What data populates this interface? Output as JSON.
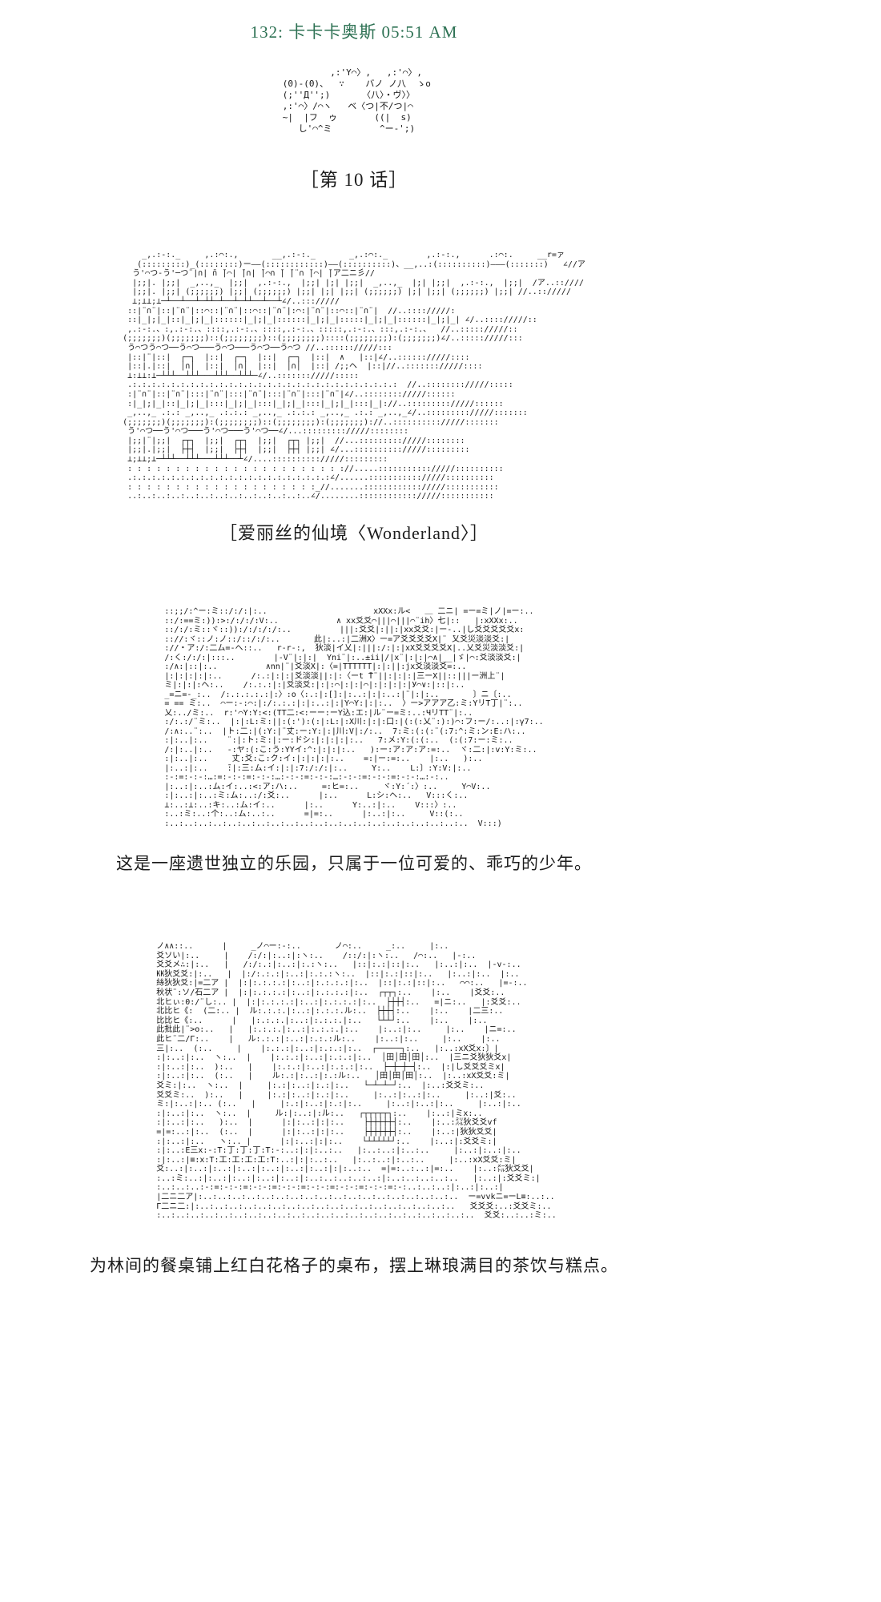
{
  "page": {
    "background": "#ffffff",
    "text_color": "#1c1c1c",
    "header_color": "#2d7153"
  },
  "post": {
    "header": "132: 卡卡卡奥斯 05:51 AM",
    "chapter_title": "［第 10 话］",
    "wonderland_caption": "［爱丽丝的仙境〈Wonderland〉］",
    "narration_1": "这是一座遗世独立的乐园，只属于一位可爱的、乖巧的少年。",
    "narration_2": "为林间的餐桌铺上红白花格子的桌布，摆上琳琅满目的茶饮与糕点。"
  },
  "ascii_art": {
    "avatar": [
      "          ,:'Y⌒〉,   ,:'⌒〉,",
      " (0)-(0)、  ∵    バノ ノ八  ゝo",
      " (;''Д'';)      〈八〉・ヴ〉〉",
      " ,:'⌒〉/⌒ヽ   ベ〈つ|不/つ|⌒",
      " ~|  |フ  ゥ       ((|  s)",
      "    し'⌒^ミ         ^ー-';)"
    ],
    "wonderland": [
      "    _,.:‐:._     ,.:⌒:.,       __,.:‐:._       _,.:⌒:._        ,.:‐:.,      .:⌒:.     __r=ァ",
      "   (:::::::::)_(::::::::)ー――(::::::::::::)――(::::::::::)、__,..:(::::::::::)―――(:::::::)   ∠//ア",
      "  う'⌒つ‐う'─つ¨|∩| ̄∩ ̄|⌒| ̄|∩| ̄|⌒∩ ̄| ̄|¨∩ ̄|⌒| ̄|ア二ニ彡//",
      "  |;;|. |;;|  _,..,_  |;;|  ,.:‐:.,  |;;| |;| |;;|  _,..,_  |;| |;;|  ,.:‐:.,  |;;|  /ア..::////",
      "  |;;|. |;;| (;;;;;;) |;;| (;;;;;;) |;;| |;| |;;| (;;;;;;) |;| |;;| (;;;;;;) |;;| //..:://///",
      "  ⊥;⊥⊥;⊥─┴──┴──┴─┴┴─┴──┴─┴┴──┴──┴∠/..::://///",
      " ::|¨∩¨|::|¨∩¨|::⌒::|¨∩¨|::⌒::|¨∩¨|:⌒:|¨∩¨|::⌒::|¨∩¨|  //..:::://///:",
      " ::|_|;|_|::|_|;|_|::::::|_|;|_|::::::|_|;|_|:::::|_|;|_|::::::|_|;|_| ∠/..:::://///::",
      " ,.:‐:.、:,.:‐:.、::::,.:‐:.、::::,.:‐:.、:::::,.:‐:.、:::,.:‐:.、  //..::::://///::",
      "(;;;;;;;)(;;;;;;;)::(;;;;;;;;)::(;;;;;;;;)::::(;;;;;;;;):(;;;;;;;)∠/..::::://///:::",
      " う⌒つう⌒つ──う⌒つ───う⌒つ───う⌒つ──う⌒つ //..:::::://///:::",
      " |::|¨|::|  ┌─┐  |::|  ┌─┐  |::|  ┌─┐  |::|  ∧   |::|∠/..:::::://///::::",
      " |::|.|::|  │∩│  |::|  │∩│  |::|  │∩│  |::| /;;ヘ  |::|//..::::::://///::::",
      " ⊥:⊥⊥:⊥─┴┴┴──┴┴┴───┴┴┴──┴┴┴─∠/..::::::://///:::::",
      " .:.:.:.:.:.:.:.:.:.:.:.:.:.:.:.:.:.:.:.:.:.:.:.:.:.:.:.:  //..:::::::://///:::::",
      " :|¨∩¨|::|¨∩¨|:::|¨∩¨|:::|¨∩¨|:::|¨∩¨|:::|¨∩¨|∠/..:::::::://///::::::",
      " :|_|;|_|::|_|;|_|:::|_|;|_|:::|_|;|_|:::|_|;|_|:::|_|://..::::::::://///::::::",
      " _,..,_ .:.: _,..,_ .:.:.: _,..,_ .:.:.: _,..,_ .:.: _,..,_∠/..::::::::://///:::::::",
      "(;;;;;;;)(;;;;;;;):(;;;;;;;;)::(;;;;;;;;):(;;;;;;;)://..:::::::::://///:::::::",
      " う'⌒つ──う'⌒つ───う'⌒つ───う'⌒つ──∠/...::::::::://///::::::::",
      " |;;|¨|;;|  ┌┬┐  |;;|  ┌┬┐  |;;|  ┌┬┐ |;;|  //...::::::::://///::::::::",
      " |;;|.|;;|  ├┼┤  |;;|  ├┼┤  |;;|  ├┼┤ |;;| ∠/...:::::::::://///:::::::::",
      " ⊥;⊥⊥;⊥─┴┴┴──┴┴┴───┴┴┴──┴∠/....:::::::::://///:::::::::",
      " : : : : : : : : : : : : : : : : : : : : : : ://.....::::::::::://///::::::::::",
      " .:.:.:.:.:.:.:.:.:.:.:.:.:.:.:.:.:.:.:.:.:∠/......::::::::::://///::::::::::",
      " : : : : : : : : : : : : : : : : : : : :_//.......:::::::::::://///:::::::::::",
      " ..:..:..:..:..:..:..:..:..:..:..:..:..∠/........:::::::::::://///:::::::::::"
    ],
    "paradise": [
      "::;;/:^ー:ミ::/:/:|:..                      xXXx:ル<   ＿ 二ニ| =ー=ミ|ノ|=ー:..",
      "::/:==ミ:)):>:/:/:/:V:..            ∧ xx爻爻⌒|||⌒|||⌒¨ih〉七|::   |:xXXx:..",
      "::/:/:ミ::ヾ::)):/:/:/:/:..          |||:爻爻|:||:|xx爻爻:|ー-..|し爻爻爻爻爻x:",
      ":://:ヾ::ノ:ノ::/::/:/:..       此|:..:|二洲X〉ー=ア爻爻爻爻X|¨ ̄乂爻災淡淡爻:|",
      "://・ア:/:二ム=-ヘ::..   r‐r‐:,  狄淡|イ乂|:|||:/:|:|xX爻爻爻爻X|..乂爻災淡淡爻:|",
      "/:く:/:/:|:::..        |‐V¨|:|:|  Yni¨|:..±ii|/|x¨|:|:|⌒∧|__|ゞ|⌒:爻淡淡爻:|",
      ":/∧:|::|:..          ∧nn|¨|爻淡X|:〈=|TTTTTT|:|:||:jx爻淡淡爻=:..",
      "|:|:|:|:|:..      /:.:|:|:|爻淡淡||:|:〈ーt ̄T¨||:|:|:|三ーX||::|||ー洲上¨|",
      "ミ|:|:|:ヘ:..    /:.:.:|:|爻淡爻:|:|:⌒|:|:|⌒|:|:|:|:|У⌒∨:|::|:..",
      "_=ニ=‐_:..  /:.:.:.:.:|:〉:o〈:.:|:[]:|:..:|:|:..:|¨|:|:..       〕ニ〔:..",
      "= == ミ:..  ⌒ー:‐:⌒:|:/:.:.:|:|:..:|:|Y⌒Y:|:|:..  〉ー>アアア乙:ミ:YリT丁|¨:..",
      "乂:../ミ:..  r:'⌒Y:Y:<:(TT二:<:ーー:ーY込:エ:|ル¨ー=ミ:..:ЧリTТ¨|:..",
      ":/:.:/¨ミ:..  |:|:L:ミ:||:(:'):(:|:L:|:X川:|:|:口:|(:(:乂¨:):)⌒:フ:ー/:..:|:γ7:..",
      "/:∧:..¨:..  |ト:二:|(:Y:|¨丈:ー:Y:|:|川:V|:/:..  7:ミ:(:(:¨(:7:^:ミ:ン:E:ハ:..",
      ":|:..|:..    ¨:|:ト:ミ:|:ー:ドシ:|:|:|:|:..   7:メ:Y:(:(:..  (:(:7:ー:ミ:..",
      "/:|:..|:..   ‐:ヤ:(:こ:う:YYイ:^:|:|:|:..   ):ー:ア:ア:ア:=:..  ヾ:二:|:v:Y:ミ:..",
      ":|:..|:..     丈:爻:こ:ク:イ:|:|:|:|:..    =:|ー:=:..    |:..   ):..",
      "|:..:|:..    ̄:|:三:ム:イ:|:|:7:/:/:|:..     Y:..    L:〕:Y:V:|:..",
      ":‐:=:‐:‐:…:=:‐:‐:=:‐:‐:…:‐:‐:=:‐:‐:…:‐:‐:=:‐:‐:=:‐:‐:…:‐:..",
      "|:..:|:..:ム:イ:..:<:ア:ハ:..     =:ヒ=:..     ヾ:Y:´:〉:..     Y⌒V:..",
      ":|:..:|:..:ミ:ム:..:/:爻:..      |:..      L:シ:ヘ:..   V:::く:..",
      "⊥:..:⊥:..:キ:..:ム:イ:..      |:..      Y:..:|:..    V:::〉:..",
      ":..:ミ:..:个:..:ム:..:..      =|=:..      |:..:|:..     V::(:..",
      ":..:..:..:..:..:..:..:..:..:..:..:..:..:..:..:..:..:..:..:..:..  V:::)"
    ],
    "tea_party": [
      " ノ∧∧::..      |     _ノ⌒ー:‐:..       ノ⌒:..     _:..     |:..",
      " 爻ソい|:..     |    /:/:|:..:|:ヽ:..    /::/:|:ヽ:..   /⌒:..   |‐:..",
      " 爻爻メ∴:|:..   |   /:/:.:|:..:|:.:ヽ:..   |::|:.:|::|:..   |:..:|:..  |-v-:..",
      " ㏍狄爻爻:|:..   |  |:/:.:.:|:..:|:.:.:ヽ:..  |::|:.:|::|:..   |:..:|:..  |:..",
      " 絲狄狄爻:|=二ア |  |:|:.:.:.:|:..:|:.:.:.:|:..  |::|:.:|::|:..   ⌒⌒:..   |=-:..",
      " 秋状¨:ソ/石二ア |  |:|:.:.:.:|:..:|:.:.:.:|:..  ┌┬┬┐:..    |:..    |爻爻:..",
      " 北ヒぃ:0:/¨し:.. |  |:|:.:.:.:|:..:|:.:.:.:|:..  ├┼┼┤:..   =|ニ:..   |:爻爻:..",
      " 北比ヒ《:  (二:.. |  ル:.:.:.|:..:|:.:.:.ル:..  ├┼┼┤:..    |:..    |二三:..",
      " 比比ヒ《:..      |   |:.:.:.|:..:|:.:.:.|:..   └┴┴┘:..    |:..    |:..",
      " 此批此|¨>о:..   |   |:.:.:.|:..:|:.:.:.|:..    |:..:|:..     |:..    |ニ=:..",
      " 此ヒ¨二/Γ:..    |   ル:.:.:|:..:|:.:.:ル:..    |:..:|:..     |:..    |:..",
      " 三|:..  (:..     |    |:.:.:|:..:|:.:.:|:..  ┌─────┐:..   |:..:xX爻x:〕|",
      " :|:..:|:..  ヽ:..  |    |:.:.:|:..:|:.:.:|:..  │田│田│田│:..  |三ニ爻狄狄爻x|",
      " :|:..:|:..  ):..   |    |:.:.:|:..:|:.:.:|:..  ├─┼─┼─┤:..  |:|し爻爻爻ミx|",
      " :|:..:|:..  (:..   |    ル:.:|:..:|:.:ル:..   │田│田│田│:..  |:..:xX爻爻:ミ|",
      " 爻ミ:|:..  ヽ:..  |     |:.:|:..:|:.:|:..   └─┴─┴─┘:..  |:..:爻爻ミ:..",
      " 爻爻ミ:..  ):..   |     |:.:|:..:|:.:|:..     |:..:|:..:|:..     |:..:|爻:..",
      " ミ:|:..:|:.. (:..   |     |:.:|:..:|:.:|:..     |:..:|:..:|:..     |:..:|:..",
      " :|:..:|:..  ヽ:..  |     ル:|:..:|:ル:..   ┌┬┬┬┬┬┐:..    |:..:|ミx:..",
      " :|:..:|:..   ):..  |      |:|:..:|:|:..    ├┼┼┼┼┼┤:..    |:..:㍊狄爻爻vf",
      " =|=:..:|:..  (:..  |      |:|:..:|:|:..    ├┼┼┼┼┼┤:..    |:..:|狄狄爻爻|",
      " :|:..:|:..   ヽ:.. |      |:|:..:|:|:..    └┴┴┴┴┴┘:..    |:..:|:爻爻ミ:|",
      " :|:..:E三x:‐:T:丁:丁:丁:T:‐:..:|:|:..:..   |:..:..:|:..:..     |:..:|:..:|:..",
      " :|:..:|≡:x:T:工:工:工:工:T:..:|:|:..:..   |:..:..:|:..:..     |:..:xX爻爻:ミ|",
      " 爻:..:|:..:|:..:|:..:|:..:|:..:|:..:|:|:..:..  =|=:..:..:|=:..    |:..:㍍狄爻爻|",
      " :..:ミ:..:|:..:|:..:|:..:|:..:|:..:..:..:..:..:|:..:..:..:..:..   |:..:|:爻爻ミ:|",
      " :..:..:..:‐:=:‐:‐:=:‐:‐:=:‐:‐:=:‐:‐:=:‐:‐:=:‐:‐:=:‐:..:..:..:|:..:|:..:|",
      " |二ニ二ア|:..:..:..:..:..:..:..:..:..:..:..:..:..:..:..:..:..:..  ー=vvkニ=ーL≡:..:..",
      " Γ二ニ二:|:..:..:..:..:..:..:..:..:..:..:..:..:..:..:..:..:..:..   爻爻爻:..:爻爻ミ:..",
      " :..:..:..:..:..:..:..:..:..:..:..:..:..:..:..:..:..:..:..:..:..:..  爻爻:..:..:ミ:.."
    ]
  }
}
